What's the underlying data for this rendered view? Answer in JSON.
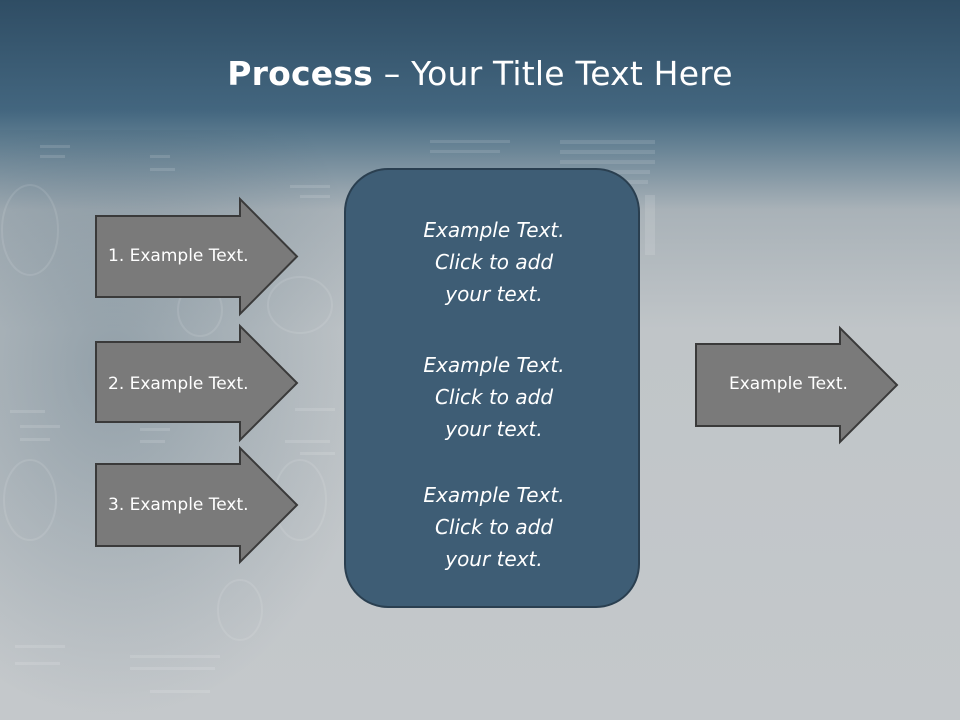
{
  "slide": {
    "title_bold": "Process",
    "title_rest": " – Your Title Text Here"
  },
  "inputs": [
    {
      "label": "1. Example Text."
    },
    {
      "label": "2. Example Text."
    },
    {
      "label": "3. Example Text."
    }
  ],
  "process_box": {
    "paragraphs": [
      {
        "line1": "Example Text.",
        "line2": "Click  to add",
        "line3": "your text."
      },
      {
        "line1": "Example Text.",
        "line2": "Click  to add",
        "line3": "your text."
      },
      {
        "line1": "Example Text.",
        "line2": "Click  to add",
        "line3": "your text."
      }
    ]
  },
  "output": {
    "label": "Example Text."
  },
  "colors": {
    "arrow_fill": "#7a7a7a",
    "arrow_stroke": "#3a3a3a",
    "box_fill": "#3e5d75",
    "title_band": "#3a5a73"
  }
}
